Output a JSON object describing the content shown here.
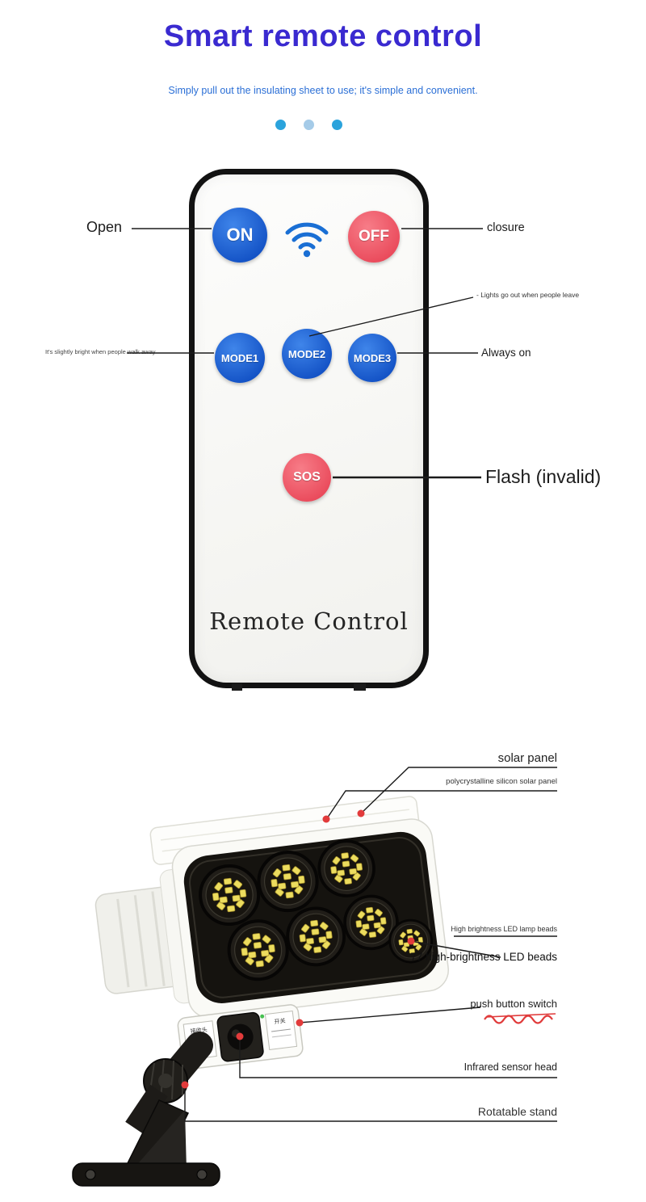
{
  "header": {
    "title": "Smart remote control",
    "subtitle": "Simply pull out the insulating sheet to use; it's simple and convenient."
  },
  "carousel": {
    "dot_count": 3
  },
  "remote": {
    "on": "ON",
    "off": "OFF",
    "mode1": "MODE1",
    "mode2": "MODE2",
    "mode3": "MODE3",
    "sos": "SOS",
    "brand": "Remote Control",
    "callouts": {
      "open": "Open",
      "closure": "closure",
      "mode2_note": "- Lights go out when people leave",
      "mode1_note": "It's slightly bright when people walk away",
      "mode3_note": "Always on",
      "sos_note": "Flash (invalid)"
    }
  },
  "lamp": {
    "callouts": {
      "solar_panel": "solar panel",
      "poly_panel": "polycrystalline silicon solar panel",
      "led_note_small": "High brightness LED lamp beads",
      "led_note_big": "77 high-brightness LED beads",
      "push_switch": "push button switch",
      "infrared": "Infrared sensor head",
      "stand": "Rotatable stand"
    },
    "receiver_sticker": "接收头",
    "switch_sticker": "开关"
  },
  "colors": {
    "title": "#3a2ad0",
    "subtitle": "#2b6fd6",
    "button_blue": "#1453c6",
    "button_red": "#ea4b5c",
    "dot_active": "#2ba3dc",
    "dot_inactive": "#a5cbe8",
    "callout_red": "#e23b3b",
    "led_yellow": "#ecdc5e"
  }
}
